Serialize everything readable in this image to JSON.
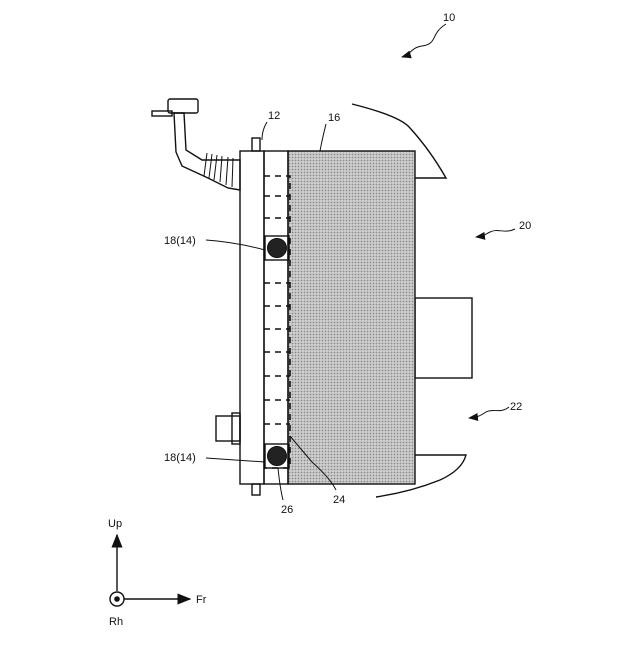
{
  "labels": {
    "ref_10": "10",
    "ref_12": "12",
    "ref_16": "16",
    "ref_20": "20",
    "ref_22": "22",
    "ref_18_upper": "18(14)",
    "ref_18_lower": "18(14)",
    "ref_24": "24",
    "ref_26": "26"
  },
  "axes": {
    "up": "Up",
    "front": "Fr",
    "right_hand": "Rh"
  },
  "colors": {
    "line": "#111111",
    "core_fill": "#bdbdbd",
    "background": "#ffffff"
  }
}
